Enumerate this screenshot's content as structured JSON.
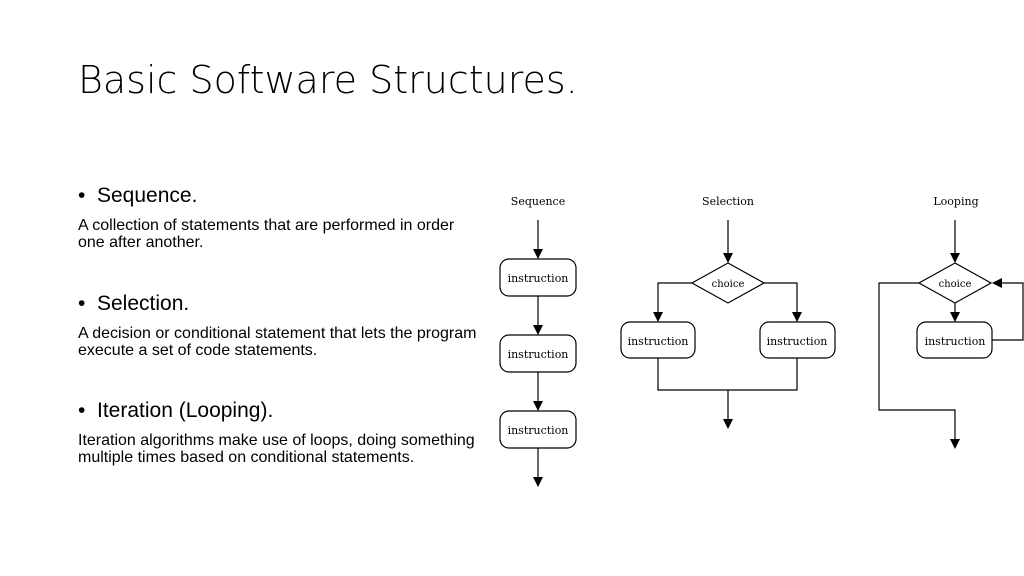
{
  "slide": {
    "title": "Basic Software Structures."
  },
  "bullets": [
    {
      "marker": "•",
      "heading": "Sequence.",
      "description": "A collection of statements that are performed in order one after another."
    },
    {
      "marker": "•",
      "heading": "Selection.",
      "description": "A decision or conditional statement that lets the program execute a set of code statements."
    },
    {
      "marker": "•",
      "heading": "Iteration (Looping).",
      "description": "Iteration algorithms make use of loops, doing something multiple times based on conditional statements."
    }
  ],
  "diagram": {
    "sequence": {
      "title": "Sequence",
      "steps": [
        "instruction",
        "instruction",
        "instruction"
      ]
    },
    "selection": {
      "title": "Selection",
      "choice": "choice",
      "branches": [
        "instruction",
        "instruction"
      ]
    },
    "looping": {
      "title": "Looping",
      "choice": "choice",
      "body": "instruction"
    }
  }
}
